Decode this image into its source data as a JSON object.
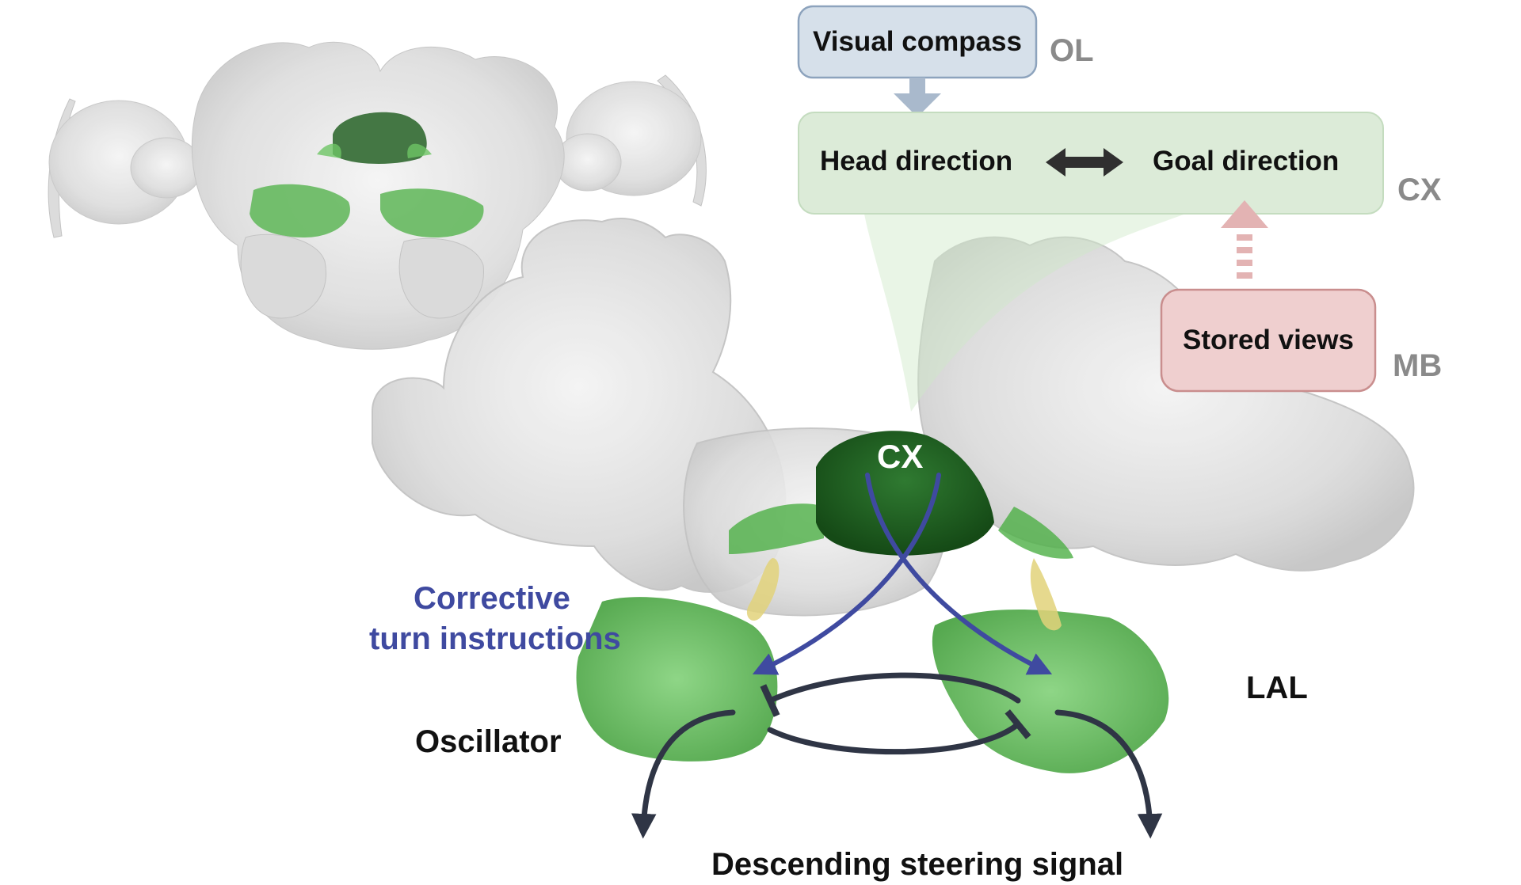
{
  "boxes": {
    "visual_compass": "Visual compass",
    "head_direction": "Head direction",
    "goal_direction": "Goal direction",
    "stored_views": "Stored views"
  },
  "region_labels": {
    "ol": "OL",
    "cx_top": "CX",
    "mb": "MB",
    "cx_brain": "CX",
    "lal": "LAL"
  },
  "annotations": {
    "corrective_line1": "Corrective",
    "corrective_line2": "turn instructions",
    "oscillator": "Oscillator",
    "descending": "Descending steering signal"
  },
  "colors": {
    "visual_box_fill": "#d6e0ea",
    "visual_box_stroke": "#8da3bd",
    "cx_box_fill": "#dcebd8",
    "mb_box_fill": "#efcfcf",
    "mb_box_stroke": "#c98e8e",
    "corrective_blue": "#3f4aa0",
    "arrow_dark": "#2f3545",
    "region_gray": "#8a8a8a",
    "neuropil_green": "#4caf45",
    "cx_dark_green": "#1d5a1f"
  }
}
